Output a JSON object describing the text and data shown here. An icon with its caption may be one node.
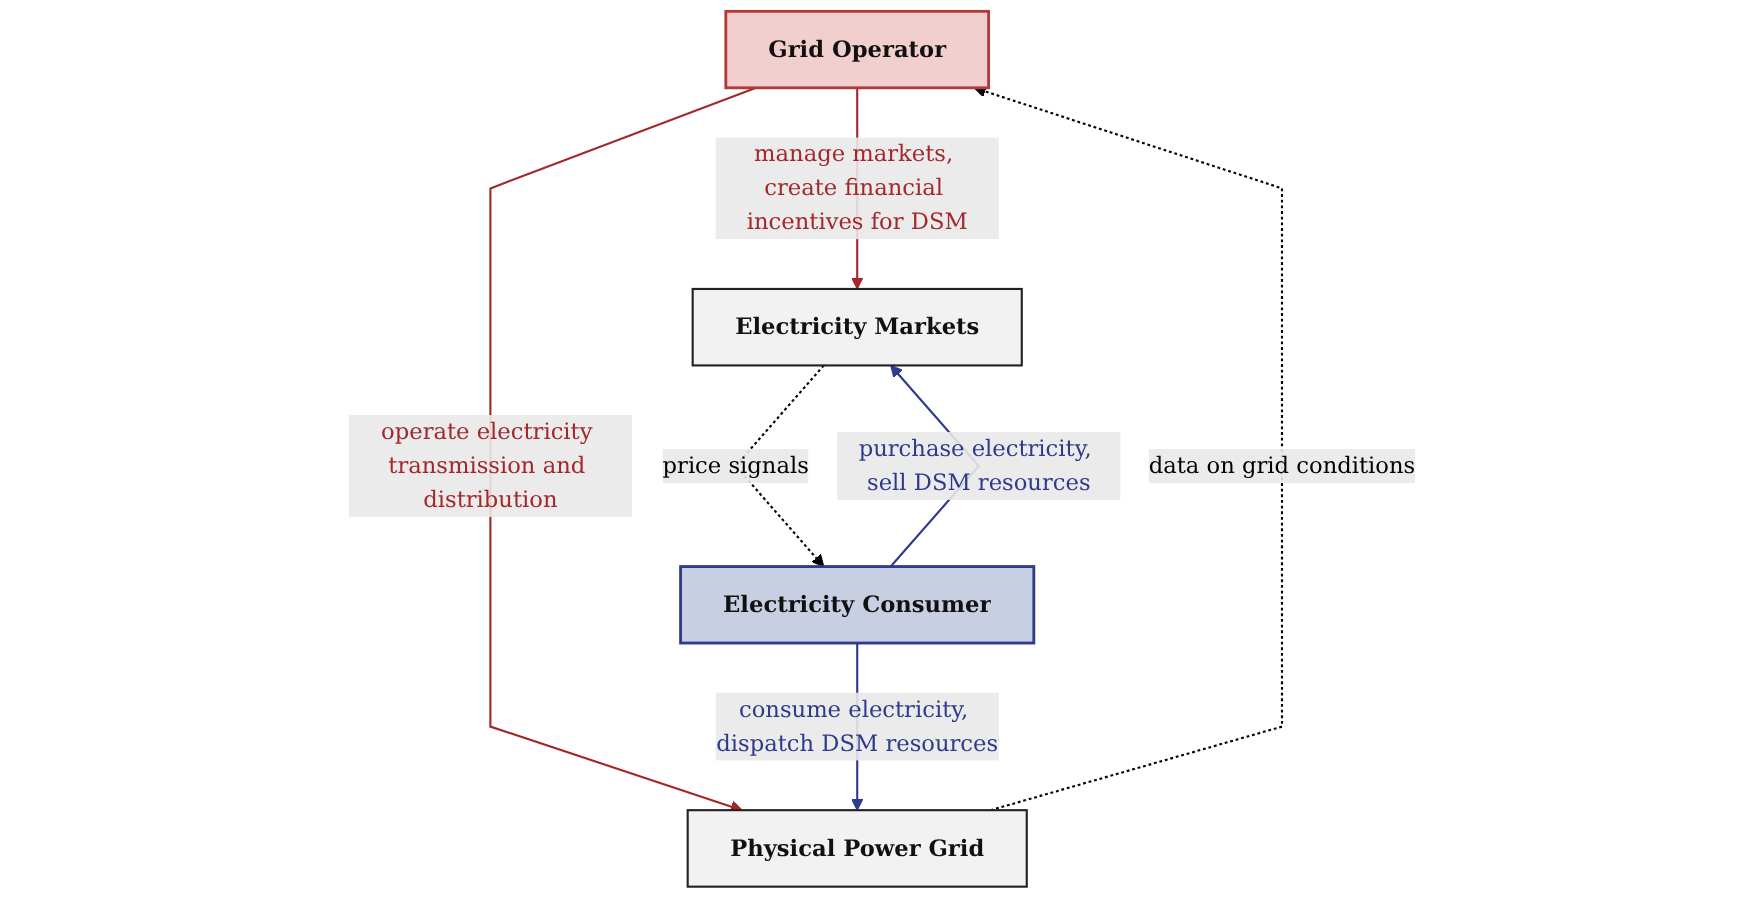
{
  "diagram": {
    "nodes": [
      {
        "text": [
          "Grid Operator"
        ]
      },
      {
        "text": [
          "Physical Power Grid"
        ]
      },
      {
        "text": [
          "Electricity Markets"
        ]
      },
      {
        "text": [
          "Electricity Consumer"
        ]
      }
    ],
    "edges": [
      {
        "from": 0,
        "to": 1,
        "arrow": "to",
        "label": "operate electricity transmission and distribution",
        "color": "#a3282b"
      },
      {
        "from": 0,
        "to": 2,
        "arrow": "to",
        "label": "manage markets, create financial incentives for DSM",
        "color": "#a3282b"
      },
      {
        "from": 1,
        "to": 0,
        "arrow": "to",
        "label": "data on grid conditions",
        "style": "dashed",
        "color": "#000000"
      },
      {
        "from": 2,
        "to": 3,
        "arrow": "to",
        "label": "price signals",
        "style": "dashed",
        "color": "#000000"
      },
      {
        "from": 3,
        "to": 1,
        "arrow": "to",
        "label": "consume electricity, dispatch DSM resources",
        "color": "#2e3a8c"
      },
      {
        "from": 3,
        "to": 2,
        "arrow": "to",
        "label": "purchase electricity, sell DSM resources",
        "color": "#2e3a8c"
      }
    ]
  }
}
